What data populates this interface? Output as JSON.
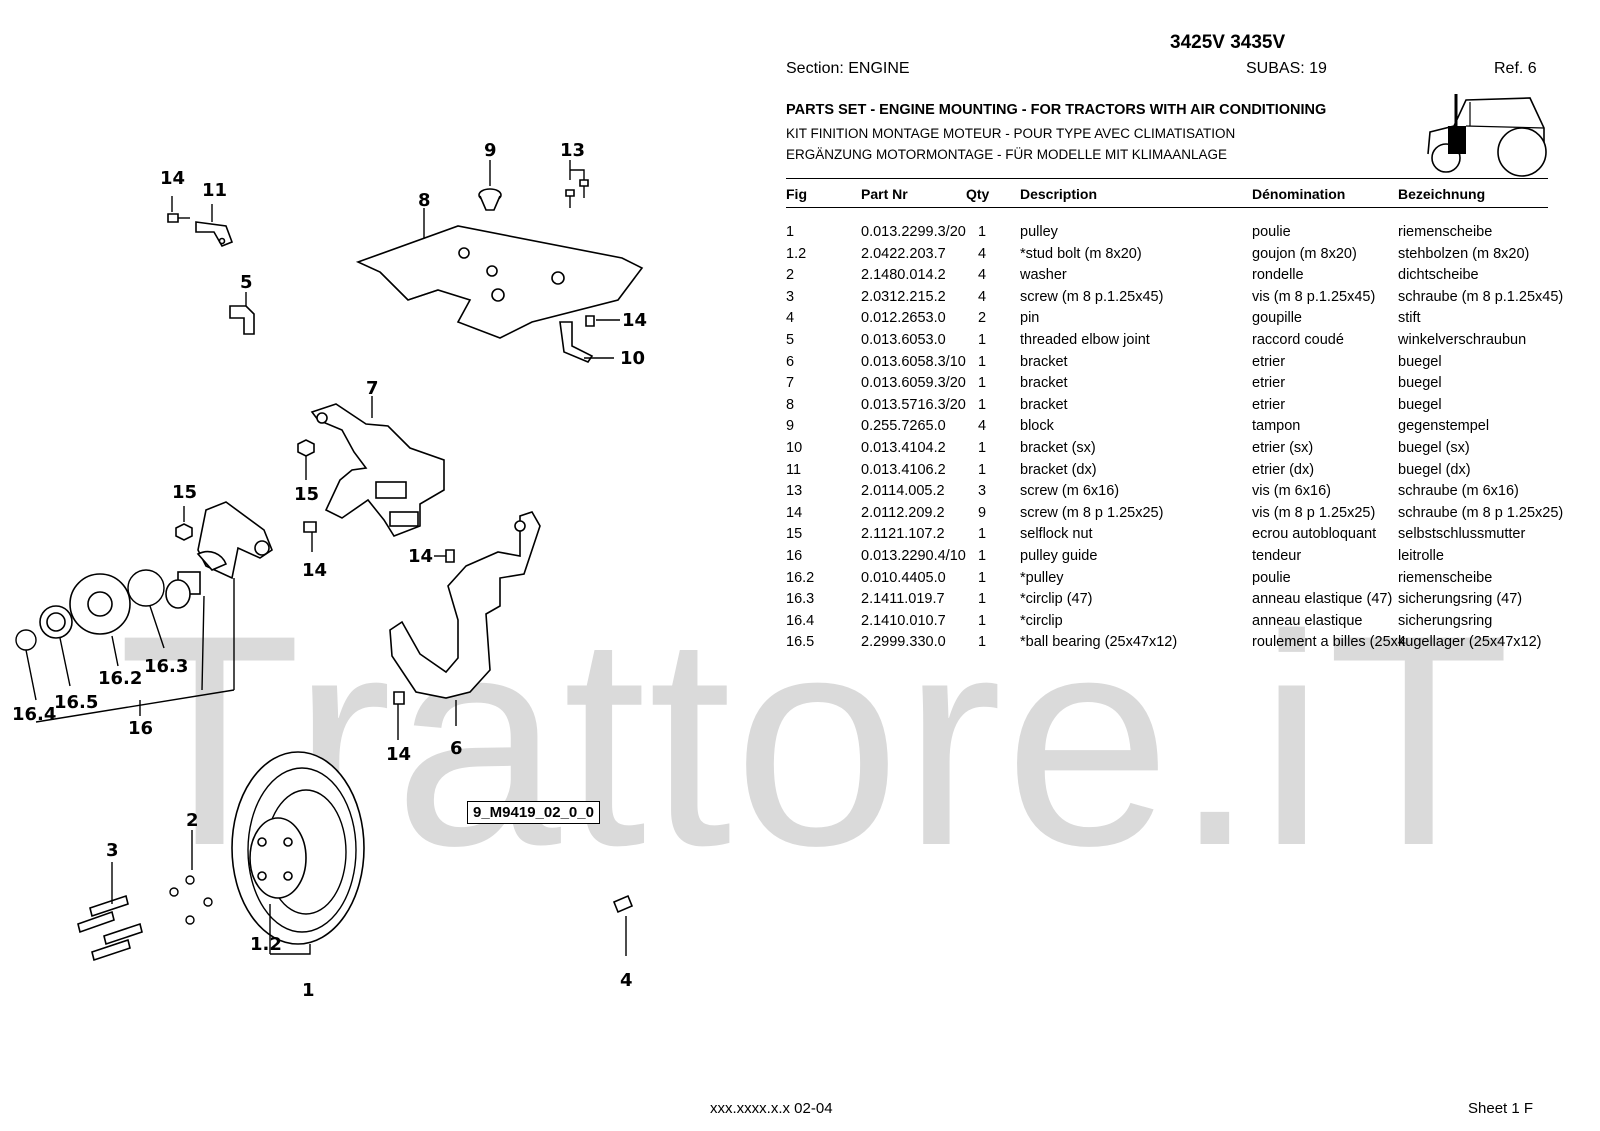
{
  "header": {
    "model": "3425V 3435V",
    "section": "Section: ENGINE",
    "subas": "SUBAS: 19",
    "ref": "Ref. 6"
  },
  "titles": {
    "en": "PARTS SET - ENGINE MOUNTING - FOR TRACTORS WITH AIR CONDITIONING",
    "fr": "KIT FINITION MONTAGE MOTEUR - POUR TYPE AVEC CLIMATISATION",
    "de": "ERGÄNZUNG MOTORMONTAGE - FÜR MODELLE MIT KLIMAANLAGE"
  },
  "table": {
    "headers": {
      "fig": "Fig",
      "part_nr": "Part Nr",
      "qty": "Qty",
      "description": "Description",
      "denomination": "Dénomination",
      "bezeichnung": "Bezeichnung"
    },
    "rows": [
      {
        "fig": "1",
        "part": "0.013.2299.3/20",
        "qty": "1",
        "desc": "pulley",
        "fr": "poulie",
        "de": "riemenscheibe"
      },
      {
        "fig": "1.2",
        "part": "2.0422.203.7",
        "qty": "4",
        "desc": "*stud bolt (m 8x20)",
        "fr": "goujon (m 8x20)",
        "de": "stehbolzen (m 8x20)"
      },
      {
        "fig": "2",
        "part": "2.1480.014.2",
        "qty": "4",
        "desc": "washer",
        "fr": "rondelle",
        "de": "dichtscheibe"
      },
      {
        "fig": "3",
        "part": "2.0312.215.2",
        "qty": "4",
        "desc": "screw (m 8 p.1.25x45)",
        "fr": "vis (m 8 p.1.25x45)",
        "de": "schraube (m 8 p.1.25x45)"
      },
      {
        "fig": "4",
        "part": "0.012.2653.0",
        "qty": "2",
        "desc": "pin",
        "fr": "goupille",
        "de": "stift"
      },
      {
        "fig": "5",
        "part": "0.013.6053.0",
        "qty": "1",
        "desc": "threaded elbow joint",
        "fr": "raccord coudé",
        "de": "winkelverschraubun"
      },
      {
        "fig": "6",
        "part": "0.013.6058.3/10",
        "qty": "1",
        "desc": "bracket",
        "fr": "etrier",
        "de": "buegel"
      },
      {
        "fig": "7",
        "part": "0.013.6059.3/20",
        "qty": "1",
        "desc": "bracket",
        "fr": "etrier",
        "de": "buegel"
      },
      {
        "fig": "8",
        "part": "0.013.5716.3/20",
        "qty": "1",
        "desc": "bracket",
        "fr": "etrier",
        "de": "buegel"
      },
      {
        "fig": "9",
        "part": "0.255.7265.0",
        "qty": "4",
        "desc": "block",
        "fr": "tampon",
        "de": "gegenstempel"
      },
      {
        "fig": "10",
        "part": "0.013.4104.2",
        "qty": "1",
        "desc": "bracket (sx)",
        "fr": "etrier (sx)",
        "de": "buegel (sx)"
      },
      {
        "fig": "11",
        "part": "0.013.4106.2",
        "qty": "1",
        "desc": "bracket (dx)",
        "fr": "etrier (dx)",
        "de": "buegel (dx)"
      },
      {
        "fig": "13",
        "part": "2.0114.005.2",
        "qty": "3",
        "desc": "screw (m 6x16)",
        "fr": "vis (m 6x16)",
        "de": "schraube (m 6x16)"
      },
      {
        "fig": "14",
        "part": "2.0112.209.2",
        "qty": "9",
        "desc": "screw (m 8 p 1.25x25)",
        "fr": "vis (m 8 p 1.25x25)",
        "de": "schraube (m 8 p 1.25x25)"
      },
      {
        "fig": "15",
        "part": "2.1121.107.2",
        "qty": "1",
        "desc": "selflock nut",
        "fr": "ecrou autobloquant",
        "de": "selbstschlussmutter"
      },
      {
        "fig": "16",
        "part": "0.013.2290.4/10",
        "qty": "1",
        "desc": "pulley guide",
        "fr": "tendeur",
        "de": "leitrolle"
      },
      {
        "fig": "16.2",
        "part": "0.010.4405.0",
        "qty": "1",
        "desc": "*pulley",
        "fr": "poulie",
        "de": "riemenscheibe"
      },
      {
        "fig": "16.3",
        "part": "2.1411.019.7",
        "qty": "1",
        "desc": "*circlip (47)",
        "fr": "anneau elastique (47)",
        "de": "sicherungsring (47)"
      },
      {
        "fig": "16.4",
        "part": "2.1410.010.7",
        "qty": "1",
        "desc": "*circlip",
        "fr": "anneau elastique",
        "de": "sicherungsring"
      },
      {
        "fig": "16.5",
        "part": "2.2999.330.0",
        "qty": "1",
        "desc": "*ball bearing (25x47x12)",
        "fr": "roulement a billes (25x4",
        "de": "kugellager (25x47x12)"
      }
    ]
  },
  "diagram": {
    "callouts": [
      "1",
      "1.2",
      "2",
      "3",
      "4",
      "5",
      "6",
      "7",
      "8",
      "9",
      "10",
      "11",
      "13",
      "14",
      "15",
      "16",
      "16.2",
      "16.3",
      "16.4",
      "16.5"
    ],
    "reference_code": "9_M9419_02_0_0"
  },
  "watermark": "Trattore.iT",
  "footer": {
    "code": "xxx.xxxx.x.x  02-04",
    "sheet": "Sheet 1 F"
  }
}
